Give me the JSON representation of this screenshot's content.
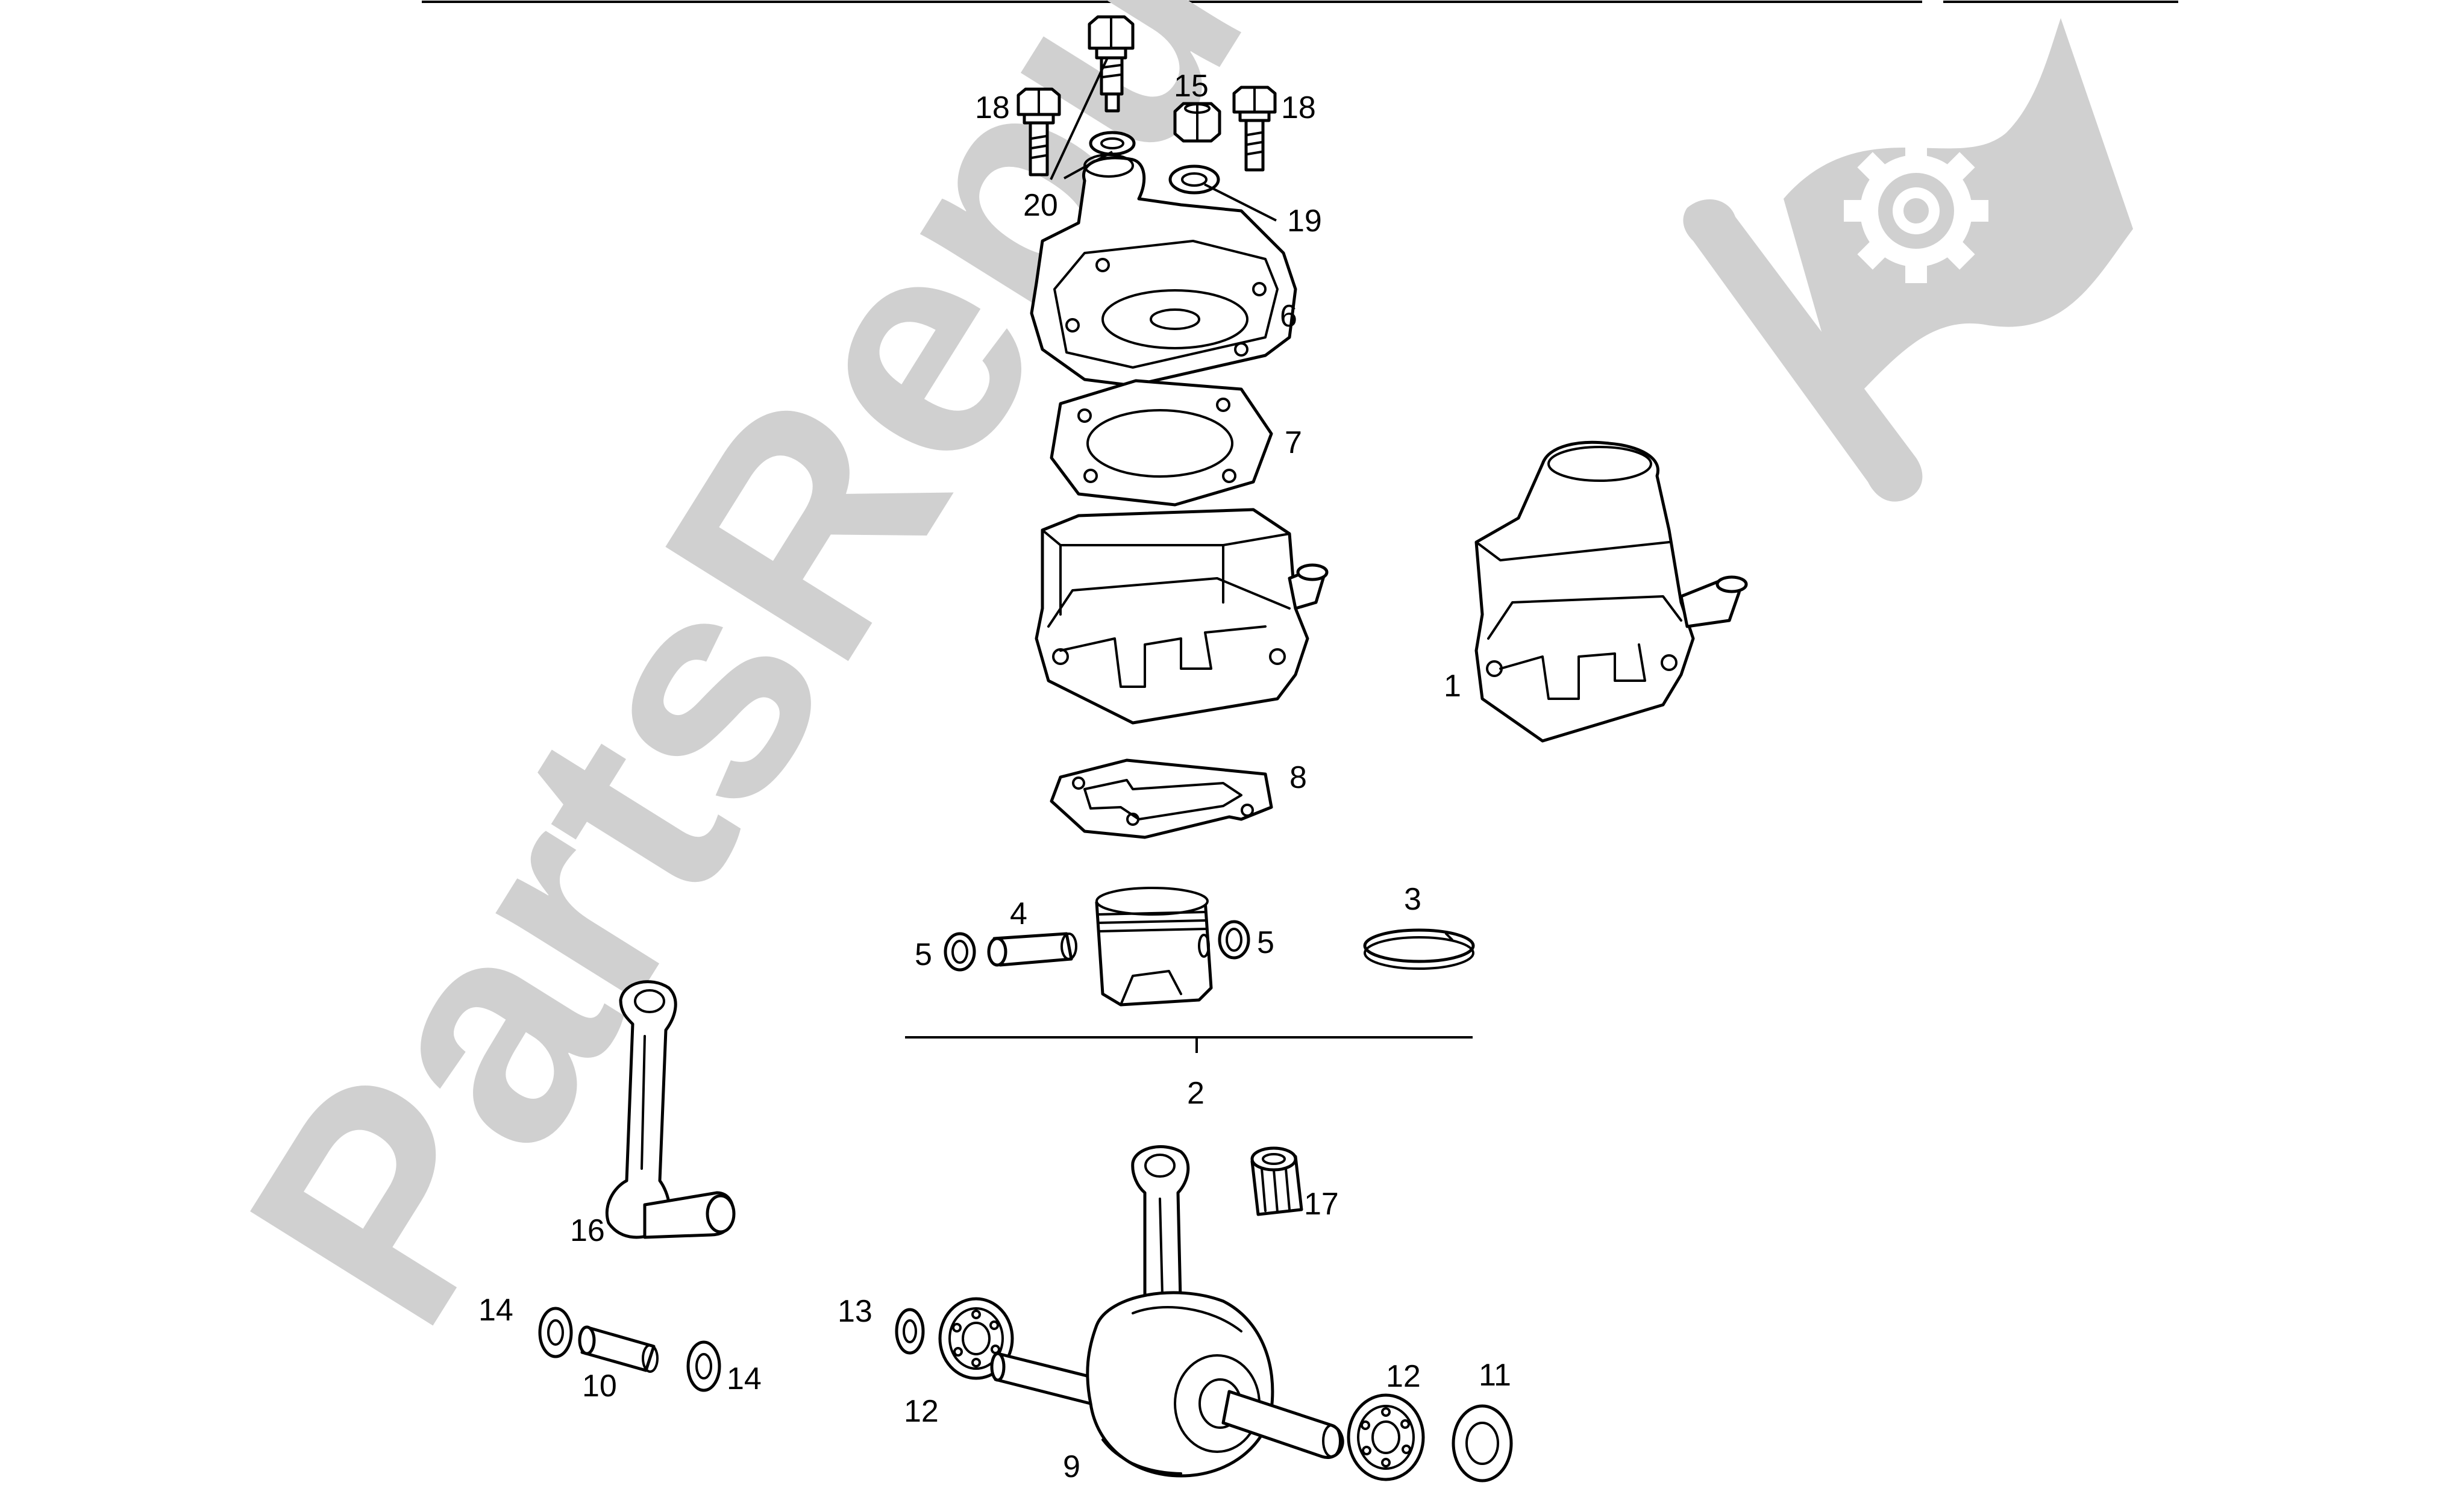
{
  "watermark": {
    "brand_text": "PartsRepublik",
    "color": "#d0d0d0"
  },
  "diagram": {
    "line_color": "#000000",
    "background": "#ffffff"
  },
  "callouts": {
    "c1": "1",
    "c2": "2",
    "c3": "3",
    "c4": "4",
    "c5a": "5",
    "c5b": "5",
    "c6": "6",
    "c7": "7",
    "c8": "8",
    "c9": "9",
    "c10": "10",
    "c11": "11",
    "c12a": "12",
    "c12b": "12",
    "c13": "13",
    "c14a": "14",
    "c14b": "14",
    "c15": "15",
    "c16": "16",
    "c17": "17",
    "c18a": "18",
    "c18b": "18",
    "c19": "19",
    "c20": "20"
  }
}
